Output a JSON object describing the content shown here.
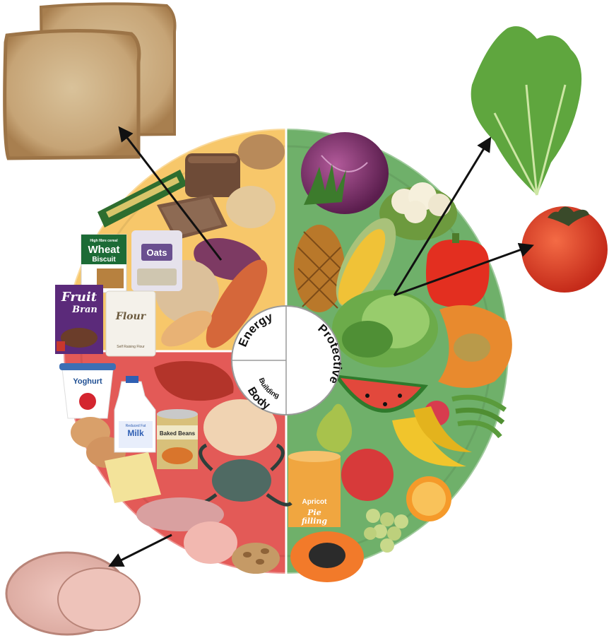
{
  "plate": {
    "sections": [
      {
        "key": "energy",
        "label": "Energy",
        "color": "#f7c76a"
      },
      {
        "key": "protective",
        "label": "Protective",
        "color": "#6fb06a"
      },
      {
        "key": "body_building",
        "label_line1": "Body",
        "label_line2": "Building",
        "color": "#e35a57"
      }
    ]
  },
  "packages": {
    "wheat_biscuit": {
      "small": "High fibre cereal",
      "main": "Wheat",
      "sub": "Biscuit"
    },
    "oats": "Oats",
    "fruit_bran": {
      "line1": "Fruit",
      "line2": "Bran"
    },
    "flour": {
      "brand": "Flour",
      "sub": "Self Raising Flour"
    },
    "yoghurt": "Yoghurt",
    "milk": {
      "small": "Reduced Fat",
      "main": "Milk"
    },
    "beans": "Baked Beans",
    "apricot": {
      "main": "Apricot",
      "line1": "Pie",
      "line2": "filling"
    }
  },
  "callouts": [
    {
      "icon": "bread-slices-icon",
      "from": "sweet potato",
      "to": "bread"
    },
    {
      "icon": "lettuce-icon",
      "from": "lettuce",
      "to": "lettuce"
    },
    {
      "icon": "tomato-icon",
      "from": "lettuce",
      "to": "tomato"
    },
    {
      "icon": "ham-slices-icon",
      "from": "fish",
      "to": "ham"
    }
  ]
}
